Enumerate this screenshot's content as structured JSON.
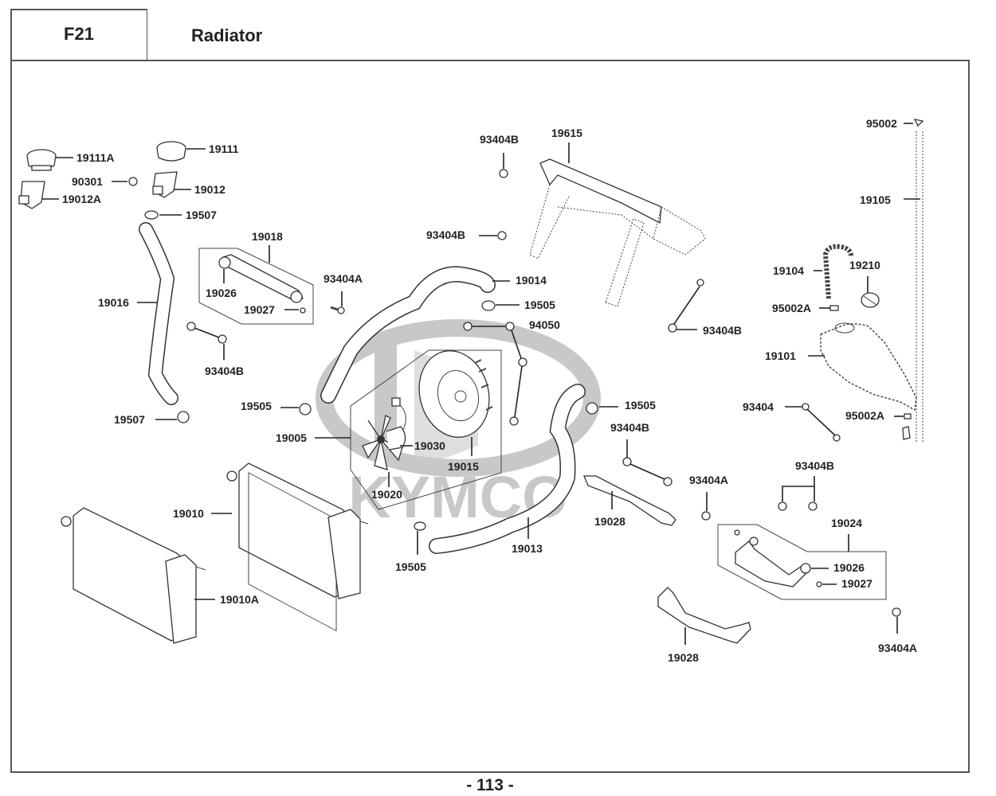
{
  "header": {
    "section_code": "F21",
    "title": "Radiator"
  },
  "watermark": {
    "brand": "KYMCO"
  },
  "footer": {
    "page_number": "- 113 -"
  },
  "callouts": {
    "c19111A": "19111A",
    "c19111": "19111",
    "c90301": "90301",
    "c19012": "19012",
    "c19012A": "19012A",
    "c19507_top": "19507",
    "c19018": "19018",
    "c19026_left": "19026",
    "c19027_left": "19027",
    "c19016": "19016",
    "c93404B_left": "93404B",
    "c93404A_mid": "93404A",
    "c19507_bottom": "19507",
    "c93404B_top": "93404B",
    "c19615": "19615",
    "c93404B_mid": "93404B",
    "c19014": "19014",
    "c19505_upper": "19505",
    "c94050": "94050",
    "c93404B_right": "93404B",
    "c95002": "95002",
    "c19105": "19105",
    "c19104": "19104",
    "c19210": "19210",
    "c95002A_upper": "95002A",
    "c19101": "19101",
    "c93404": "93404",
    "c95002A_lower": "95002A",
    "c19505_left": "19505",
    "c19005": "19005",
    "c19030": "19030",
    "c19015": "19015",
    "c19020": "19020",
    "c19505_right": "19505",
    "c93404B_bracket": "93404B",
    "c19010": "19010",
    "c19010A": "19010A",
    "c19028_upper": "19028",
    "c93404A_lower": "93404A",
    "c93404B_pair": "93404B",
    "c19024": "19024",
    "c19026_right": "19026",
    "c19027_right": "19027",
    "c19013": "19013",
    "c19505_bottom": "19505",
    "c93404A_right": "93404A",
    "c19028_lower": "19028"
  }
}
